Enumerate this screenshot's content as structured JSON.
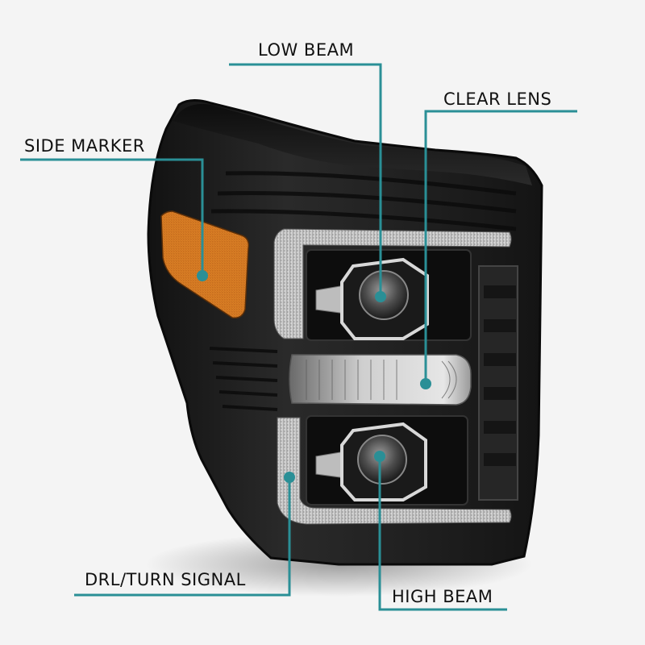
{
  "diagram": {
    "subject": "headlight",
    "accent_color": "#2a8f96",
    "background_color": "#f4f4f4",
    "housing_color": "#1c1c1c",
    "marker_color": "#e08a2c",
    "callouts": [
      {
        "id": "low-beam",
        "label": "LOW BEAM"
      },
      {
        "id": "clear-lens",
        "label": "CLEAR LENS"
      },
      {
        "id": "side-marker",
        "label": "SIDE MARKER"
      },
      {
        "id": "drl-turn-signal",
        "label": "DRL/TURN SIGNAL"
      },
      {
        "id": "high-beam",
        "label": "HIGH BEAM"
      }
    ]
  }
}
